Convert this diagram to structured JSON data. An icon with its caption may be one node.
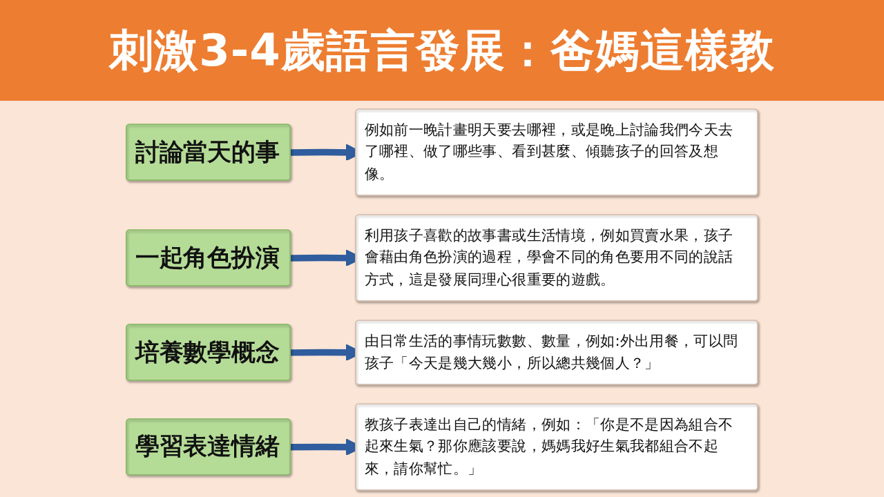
{
  "diagram": {
    "title": "刺激3-4歲語言發展：爸媽這樣教",
    "nodes": [
      {
        "text": [
          "討論當天的事"
        ]
      },
      {
        "text": [
          "例如前一晚計畫明天要去哪裡，或是晚上討論我們今天去了哪裡、做了哪些事、看到甚麼、傾聽孩子的回答及想像。"
        ]
      },
      {
        "text": [
          "一起角色扮演"
        ]
      },
      {
        "text": [
          "利用孩子喜歡的故事書或生活情境，例如買賣水果，孩子會藉由角色扮演的過程，學會不同的角色要用不同的說話方式，這是發展同理心很重要的遊戲。"
        ]
      },
      {
        "text": [
          "培養數學概念"
        ]
      },
      {
        "text": [
          "由日常生活的事情玩數數、數量，例如:外出用餐，可以問孩子「今天是幾大幾小，所以總共幾個人？」"
        ]
      },
      {
        "text": [
          "學習表達情緒"
        ]
      },
      {
        "text": [
          "教孩子表達出自己的情緒，例如：「你是不是因為組合不起來生氣？那你應該要說，媽媽我好生氣我都組合不起來，請你幫忙。」"
        ]
      }
    ],
    "edges": [
      {
        "from": 0,
        "to": 1,
        "arrow": "to"
      },
      {
        "from": 2,
        "to": 3,
        "arrow": "to"
      },
      {
        "from": 4,
        "to": 5,
        "arrow": "to"
      },
      {
        "from": 6,
        "to": 7,
        "arrow": "to"
      }
    ]
  }
}
